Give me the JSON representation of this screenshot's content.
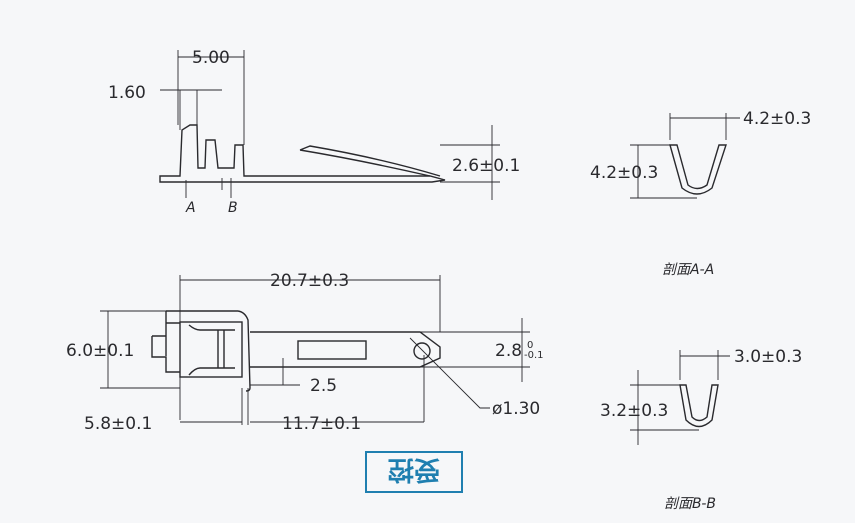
{
  "side_view": {
    "dim_top": "5.00",
    "dim_left": "1.60",
    "dim_height": "2.6±0.1",
    "section_marks": [
      "A",
      "B"
    ]
  },
  "top_view": {
    "overall_length": "20.7±0.3",
    "width": "6.0±0.1",
    "tab_width_main": "2.8",
    "tab_tol_upper": "0",
    "tab_tol_lower": "-0.1",
    "slot_offset": "2.5",
    "hole_diameter": "ø1.30",
    "crimp_length": "5.8±0.1",
    "hole_position": "11.7±0.1"
  },
  "section_aa": {
    "title": "剖面A-A",
    "width": "4.2±0.3",
    "height": "4.2±0.3"
  },
  "section_bb": {
    "title": "剖面B-B",
    "width": "3.0±0.3",
    "height": "3.2±0.3"
  },
  "stamp": {
    "text": "受控",
    "color": "#1f7fb0"
  }
}
